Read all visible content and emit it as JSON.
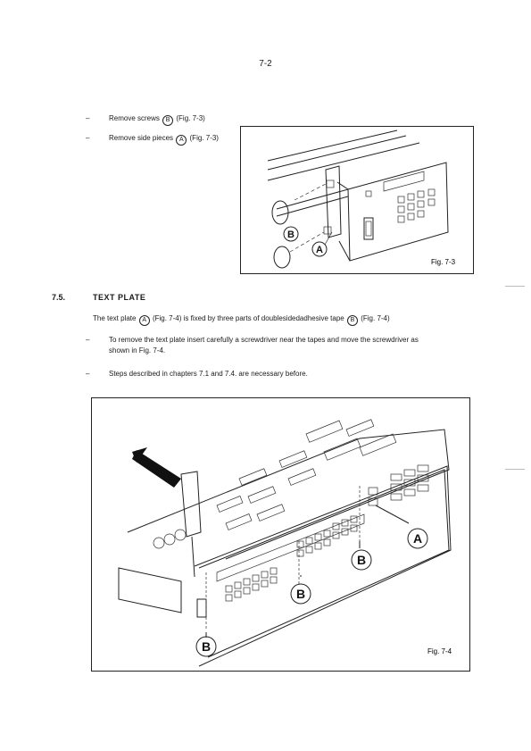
{
  "page_number": "7-2",
  "bullets_top": [
    {
      "dash": "–",
      "pre": "Remove screws",
      "mark": "B",
      "post": "(Fig. 7-3)"
    },
    {
      "dash": "–",
      "pre": "Remove side pieces",
      "mark": "A",
      "post": "(Fig. 7-3)"
    }
  ],
  "section": {
    "number": "7.5.",
    "title": "TEXT PLATE",
    "para_1": "The text plate",
    "para_mark_a": "A",
    "para_2": "(Fig. 7-4) is fixed by three parts of doublesidedadhesive tape",
    "para_mark_b": "B",
    "para_3": "(Fig. 7-4)"
  },
  "bullets_mid": [
    {
      "dash": "–",
      "line1": "To remove the text plate insert carefully a screwdriver near the tapes and move the screwdriver as",
      "line2": "shown in Fig. 7-4."
    },
    {
      "dash": "–",
      "line1": "Steps described in chapters 7.1 and 7.4. are necessary before."
    }
  ],
  "figure_3": {
    "caption": "Fig. 7-3",
    "labels": [
      "B",
      "A"
    ]
  },
  "figure_4": {
    "caption": "Fig. 7-4",
    "labels": [
      "A",
      "B",
      "B",
      "B"
    ]
  }
}
